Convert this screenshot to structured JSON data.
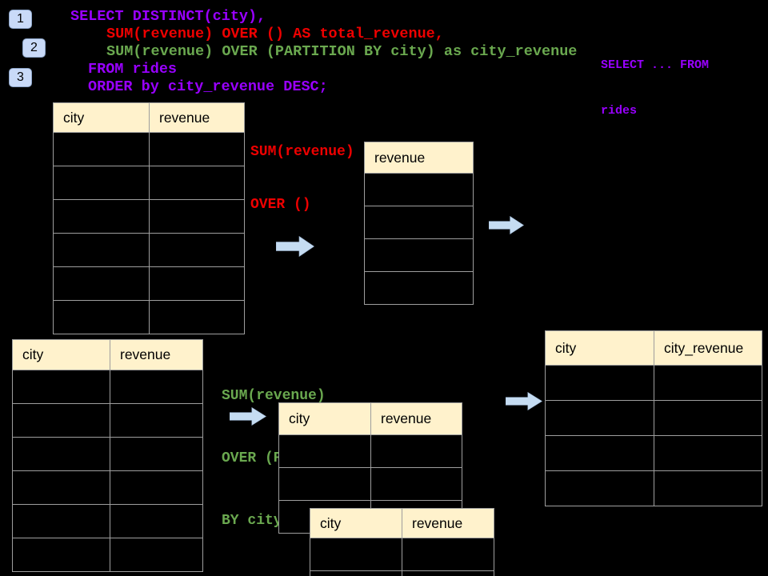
{
  "colors": {
    "bg": "#000000",
    "purple": "#9900ff",
    "red": "#ee0000",
    "green": "#6aa84f",
    "header-fill": "#fff2cc",
    "border": "#9e9e9e",
    "arrow-fill": "#c5dcf2",
    "arrow-edge": "#9db7d6",
    "badge-fill": "#c9daf8",
    "badge-border": "#8da5c8"
  },
  "badges": [
    {
      "label": "1"
    },
    {
      "label": "2"
    },
    {
      "label": "3"
    }
  ],
  "sql": {
    "lines": [
      {
        "text": "SELECT DISTINCT(city),",
        "color": "purple"
      },
      {
        "text": "SUM(revenue) OVER () AS total_revenue,",
        "color": "red"
      },
      {
        "text": "SUM(revenue) OVER (PARTITION BY city) as city_revenue",
        "color": "green"
      },
      {
        "text": "FROM rides",
        "color": "purple"
      },
      {
        "text": "ORDER by city_revenue DESC;",
        "color": "purple"
      }
    ]
  },
  "side_note": {
    "line1": "SELECT ... FROM",
    "line2": "rides"
  },
  "annotations": {
    "total": {
      "line1": "SUM(revenue)",
      "line2": "OVER ()"
    },
    "partition": {
      "line1": "SUM(revenue)",
      "line2": "OVER (PARTITION",
      "line3": "BY city)"
    }
  },
  "tables": {
    "rides_top": {
      "headers": [
        "city",
        "revenue"
      ],
      "empty_rows": 6
    },
    "total_result": {
      "headers": [
        "revenue"
      ],
      "empty_rows": 4
    },
    "rides_bottom": {
      "headers": [
        "city",
        "revenue"
      ],
      "empty_rows": 6
    },
    "partition_back": {
      "headers": [
        "city",
        "revenue"
      ],
      "empty_rows": 3
    },
    "partition_front": {
      "headers": [
        "city",
        "revenue"
      ],
      "empty_rows": 2
    },
    "city_result": {
      "headers": [
        "city",
        "city_revenue"
      ],
      "empty_rows": 4
    }
  }
}
